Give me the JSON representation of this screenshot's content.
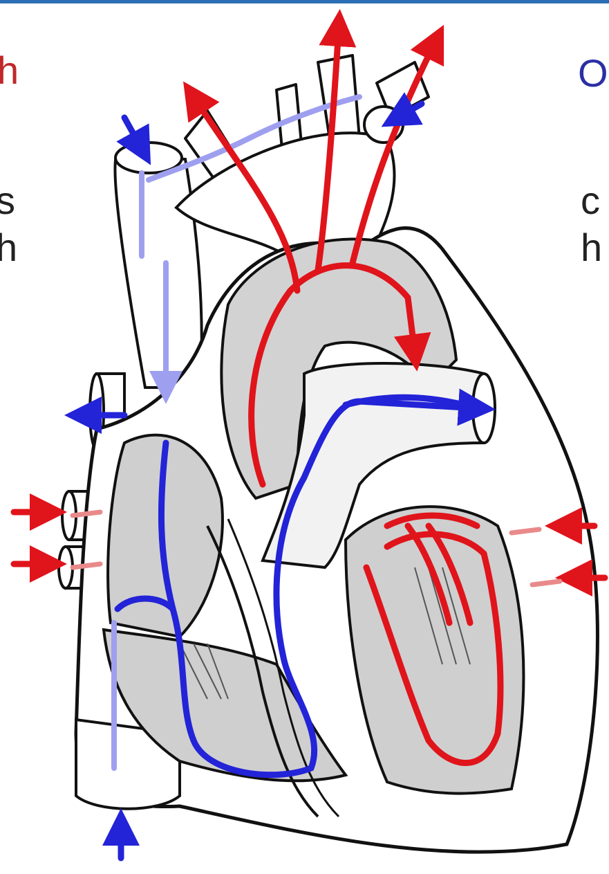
{
  "slide": {
    "accent_color": "#2d6fb6",
    "text_fragments": {
      "left_top": "h",
      "right_top": "O",
      "left_line_2": "s",
      "left_line_3": "h",
      "right_line_2": "c",
      "right_line_3": "h"
    }
  },
  "diagram": {
    "subject": "heart-blood-flow",
    "colors": {
      "oxygenated": "#e0141b",
      "deoxygenated": "#2323d8",
      "deoxygenated_light": "#9f9ff0",
      "inflow_arrow": "#e0141b",
      "outline": "#111111",
      "shade": "#c9c9c9"
    }
  }
}
